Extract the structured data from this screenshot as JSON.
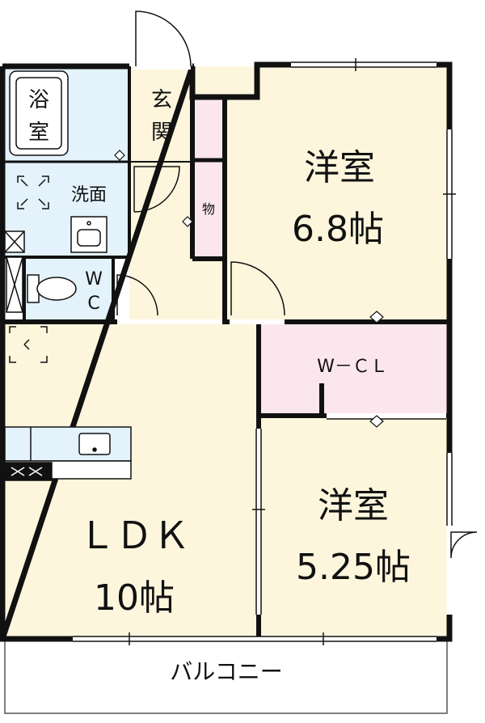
{
  "rooms": {
    "bath": "浴室",
    "bath_line1": "浴",
    "bath_line2": "室",
    "entrance_line1": "玄",
    "entrance_line2": "関",
    "washroom": "洗面",
    "storage": "物",
    "wc_line1": "W",
    "wc_line2": "C",
    "western1_name": "洋室",
    "western1_size": "6.8帖",
    "wcl": "W－ＣＬ",
    "western2_name": "洋室",
    "western2_size": "5.25帖",
    "ldk_name": "ＬＤＫ",
    "ldk_size": "10帖",
    "balcony": "バルコニー"
  },
  "colors": {
    "wall": "#111111",
    "floor_main": "#fdf6dc",
    "floor_wet": "#e3f2fb",
    "closet": "#fbe6ee",
    "balcony": "#ffffff"
  }
}
